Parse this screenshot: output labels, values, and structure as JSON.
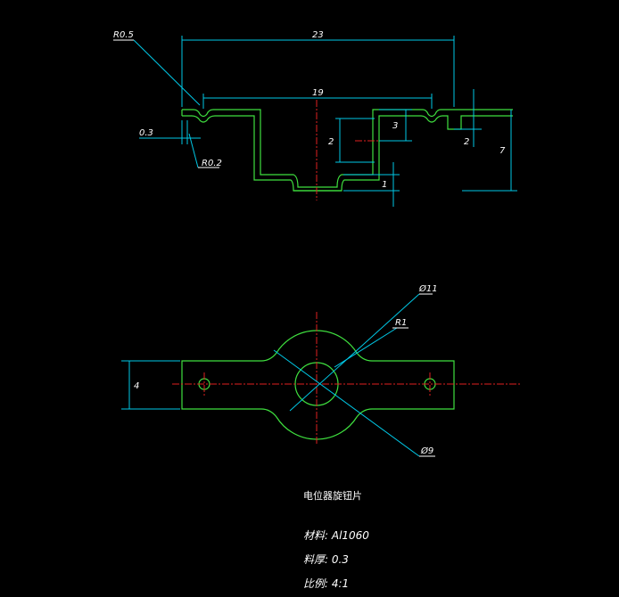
{
  "section_view": {
    "r_top_left": "R0.5",
    "overall_width": "23",
    "inner_width": "19",
    "thickness_left": "0.3",
    "r_bottom_left": "R0.2",
    "dim_3": "3",
    "dim_2_center": "2",
    "dim_2_right": "2",
    "dim_1_bottom": "1",
    "dim_7_right": "7"
  },
  "plan_view": {
    "hole_dia_top": "Ø11",
    "radius": "R1",
    "hole_dia_bottom": "Ø9",
    "height_dim": "4"
  },
  "notes": {
    "title": "电位器旋钮片",
    "material": "材料: Al1060",
    "thickness": "料厚: 0.3",
    "scale": "比例: 4:1"
  },
  "colors": {
    "outline": "#3fe03f",
    "dimension": "#00c8e6",
    "centerline": "#e02020",
    "text": "#ffffff"
  }
}
